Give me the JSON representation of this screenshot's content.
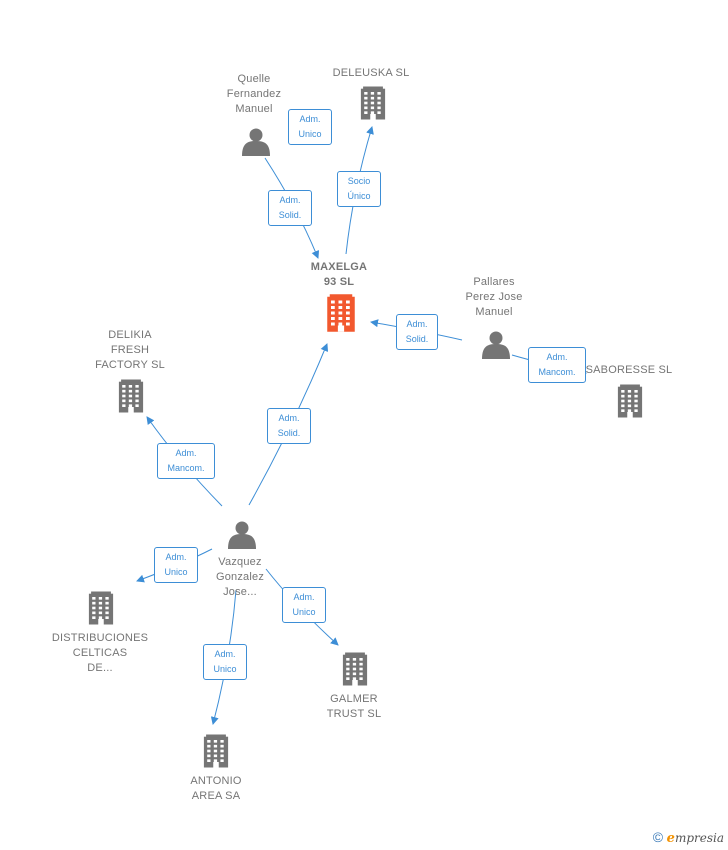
{
  "nodes": {
    "maxelga": {
      "label": "MAXELGA\n93 SL",
      "kind": "company",
      "color": "#f2582e"
    },
    "deleuska": {
      "label": "DELEUSKA SL",
      "kind": "company",
      "color": "#757575"
    },
    "quelle": {
      "label": "Quelle\nFernandez\nManuel",
      "kind": "person",
      "color": "#757575"
    },
    "pallares": {
      "label": "Pallares\nPerez Jose\nManuel",
      "kind": "person",
      "color": "#757575"
    },
    "saboresse": {
      "label": "SABORESSE SL",
      "kind": "company",
      "color": "#757575"
    },
    "delikia": {
      "label": "DELIKIA\nFRESH\nFACTORY SL",
      "kind": "company",
      "color": "#757575"
    },
    "vazquez": {
      "label": "Vazquez\nGonzalez\nJose...",
      "kind": "person",
      "color": "#757575"
    },
    "distribuciones": {
      "label": "DISTRIBUCIONES\nCELTICAS\nDE...",
      "kind": "company",
      "color": "#757575"
    },
    "galmer": {
      "label": "GALMER\nTRUST SL",
      "kind": "company",
      "color": "#757575"
    },
    "antonio": {
      "label": "ANTONIO\nAREA SA",
      "kind": "company",
      "color": "#757575"
    }
  },
  "edges": [
    {
      "from": "quelle",
      "to": "deleuska",
      "label": "Adm.\nUnico"
    },
    {
      "from": "quelle",
      "to": "maxelga",
      "label": "Adm.\nSolid."
    },
    {
      "from": "maxelga",
      "to": "deleuska",
      "label": "Socio\nÚnico"
    },
    {
      "from": "pallares",
      "to": "maxelga",
      "label": "Adm.\nSolid."
    },
    {
      "from": "pallares",
      "to": "saboresse",
      "label": "Adm.\nMancom."
    },
    {
      "from": "vazquez",
      "to": "maxelga",
      "label": "Adm.\nSolid."
    },
    {
      "from": "vazquez",
      "to": "delikia",
      "label": "Adm.\nMancom."
    },
    {
      "from": "vazquez",
      "to": "distribuciones",
      "label": "Adm.\nUnico"
    },
    {
      "from": "vazquez",
      "to": "galmer",
      "label": "Adm.\nUnico"
    },
    {
      "from": "vazquez",
      "to": "antonio",
      "label": "Adm.\nUnico"
    }
  ],
  "footer": {
    "copyright": "©",
    "brand_initial": "e",
    "brand_rest": "mpresia"
  },
  "colors": {
    "edge": "#3d8ed6",
    "node": "#757575",
    "focus": "#f2582e"
  }
}
